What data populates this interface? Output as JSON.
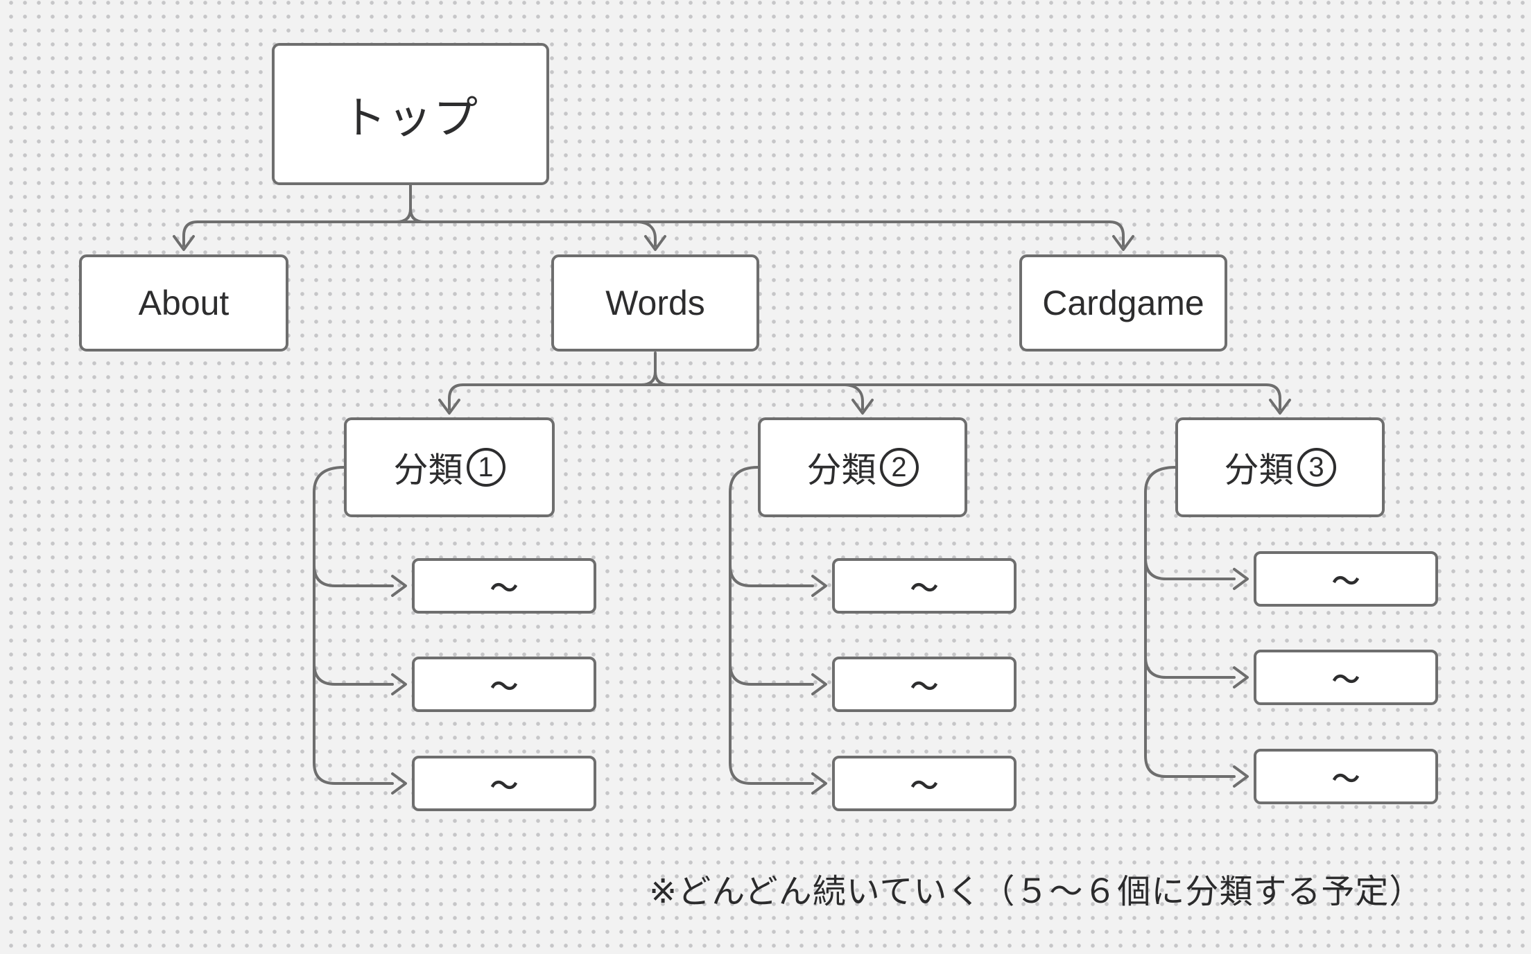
{
  "colors": {
    "canvas_background": "#f2f2f2",
    "grid_dot": "#c6c6c8",
    "connector_stroke": "#6e6e6e",
    "node_fill": "#ffffff",
    "node_border": "#6e6e6e",
    "text": "#2d2d2e"
  },
  "diagram": {
    "root": {
      "label": "トップ"
    },
    "level1": [
      {
        "label": "About"
      },
      {
        "label": "Words"
      },
      {
        "label": "Cardgame"
      }
    ],
    "categories": [
      {
        "label": "分類①",
        "base": "分類",
        "number": "1"
      },
      {
        "label": "分類②",
        "base": "分類",
        "number": "2"
      },
      {
        "label": "分類③",
        "base": "分類",
        "number": "3"
      }
    ],
    "leaf_label": "～",
    "leaves_per_category": 3,
    "note": "※どんどん続いていく（５～６個に分類する予定）"
  }
}
